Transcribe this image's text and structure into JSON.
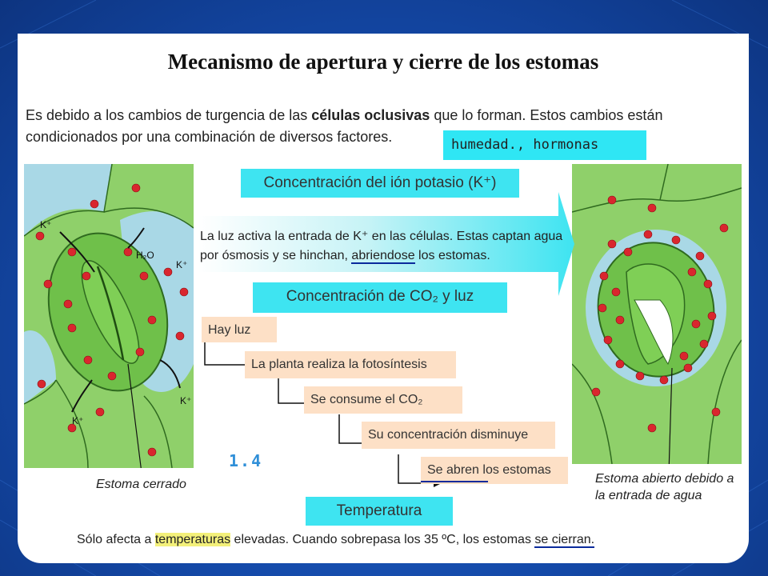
{
  "slide": {
    "title": "Mecanismo de apertura y cierre de los estomas",
    "intro_part1": "Es debido a los cambios de turgencia de las ",
    "intro_bold": "células oclusivas",
    "intro_part2": " que lo forman. Estos cambios están condicionados por una combinación de diversos factores.",
    "humedad_label": "humedad., hormonas",
    "box_potasio": "Concentración del ión potasio (K⁺)",
    "potasio_text_a": "La ",
    "potasio_text_luz": "luz",
    "potasio_text_b": " activa la entrada de K⁺ en las células. Estas captan agua por ósmosis y se hinchan, ",
    "potasio_text_abriendo": "abriendose",
    "potasio_text_c": " los estomas.",
    "box_co2": "Concentración de CO₂ y luz",
    "step1_a": "Hay ",
    "step1_luz": "luz",
    "step2": "La planta realiza la fotosíntesis",
    "step3": "Se consume el CO₂",
    "step4": "Su concentración disminuye",
    "step5": "Se abren los estomas",
    "number": "1.4",
    "caption_left": "Estoma cerrado",
    "caption_right": "Estoma abierto debido a la entrada de agua",
    "box_temp": "Temperatura",
    "temp_text_a": "Sólo afecta a ",
    "temp_text_hl": "temperaturas",
    "temp_text_b": " elevadas. Cuando sobrepasa los 35 ºC, los estomas ",
    "temp_text_u": "se cierran.",
    "ion_k": "K⁺",
    "water": "H₂O"
  },
  "colors": {
    "background_blue": "#1449a8",
    "cyan_box": "#3ee4f1",
    "peach_box": "#fde0c6",
    "cell_green": "#8fd06a",
    "guard_green": "#6fc04a",
    "water_blue": "#a9d8e6",
    "red_dot": "#d9262e"
  }
}
